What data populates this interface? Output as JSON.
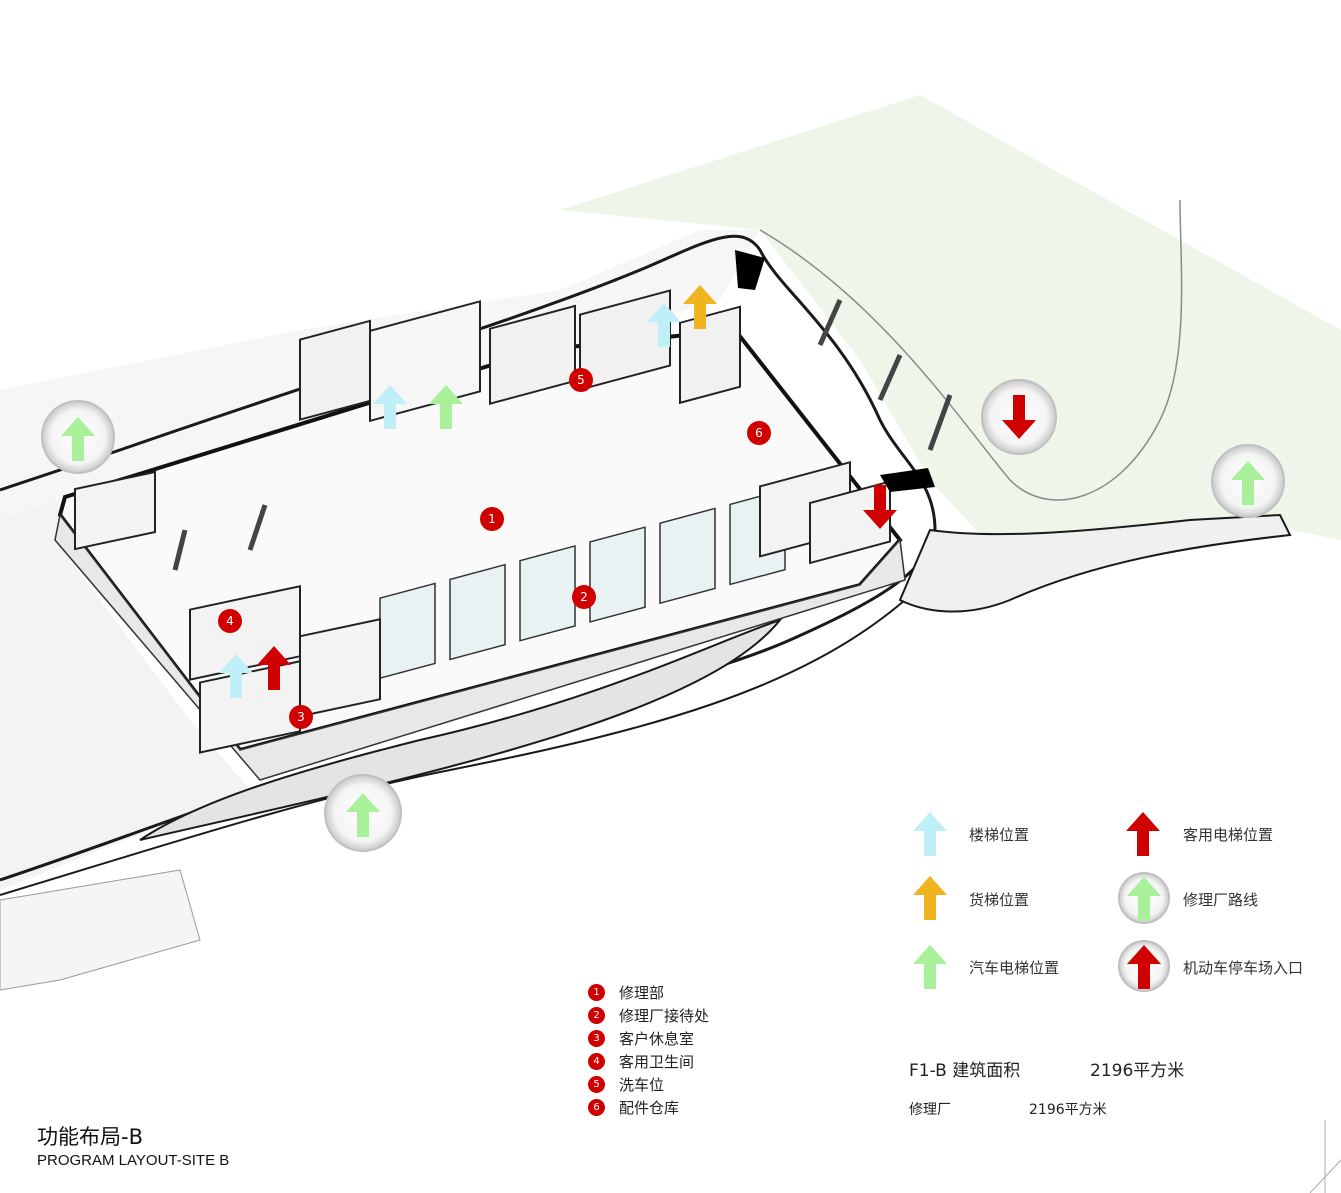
{
  "colors": {
    "stair_blue": "#bff0f8",
    "freight_orange": "#f0b41e",
    "car_lift_green": "#a8f09a",
    "guest_red": "#d10000",
    "site_green": "#eef6ea"
  },
  "legend": [
    {
      "label": "楼梯位置",
      "icon": "light-blue-arrow-up"
    },
    {
      "label": "客用电梯位置",
      "icon": "red-arrow-up"
    },
    {
      "label": "货梯位置",
      "icon": "orange-arrow-up"
    },
    {
      "label": "修理厂路线",
      "icon": "green-arrow-in-circle"
    },
    {
      "label": "汽车电梯位置",
      "icon": "green-arrow-up"
    },
    {
      "label": "机动车停车场入口",
      "icon": "red-arrow-in-circle"
    }
  ],
  "plan_markers": [
    "1",
    "2",
    "3",
    "4",
    "5",
    "6"
  ],
  "program": [
    {
      "num": "1",
      "label": "修理部"
    },
    {
      "num": "2",
      "label": "修理厂接待处"
    },
    {
      "num": "3",
      "label": "客户休息室"
    },
    {
      "num": "4",
      "label": "客用卫生间"
    },
    {
      "num": "5",
      "label": "洗车位"
    },
    {
      "num": "6",
      "label": "配件仓库"
    }
  ],
  "area": {
    "title_label": "F1-B 建筑面积",
    "title_value": "2196平方米",
    "row_label": "修理厂",
    "row_value": "2196平方米"
  },
  "title": {
    "cn": "功能布局-B",
    "en": "PROGRAM LAYOUT-SITE B"
  }
}
